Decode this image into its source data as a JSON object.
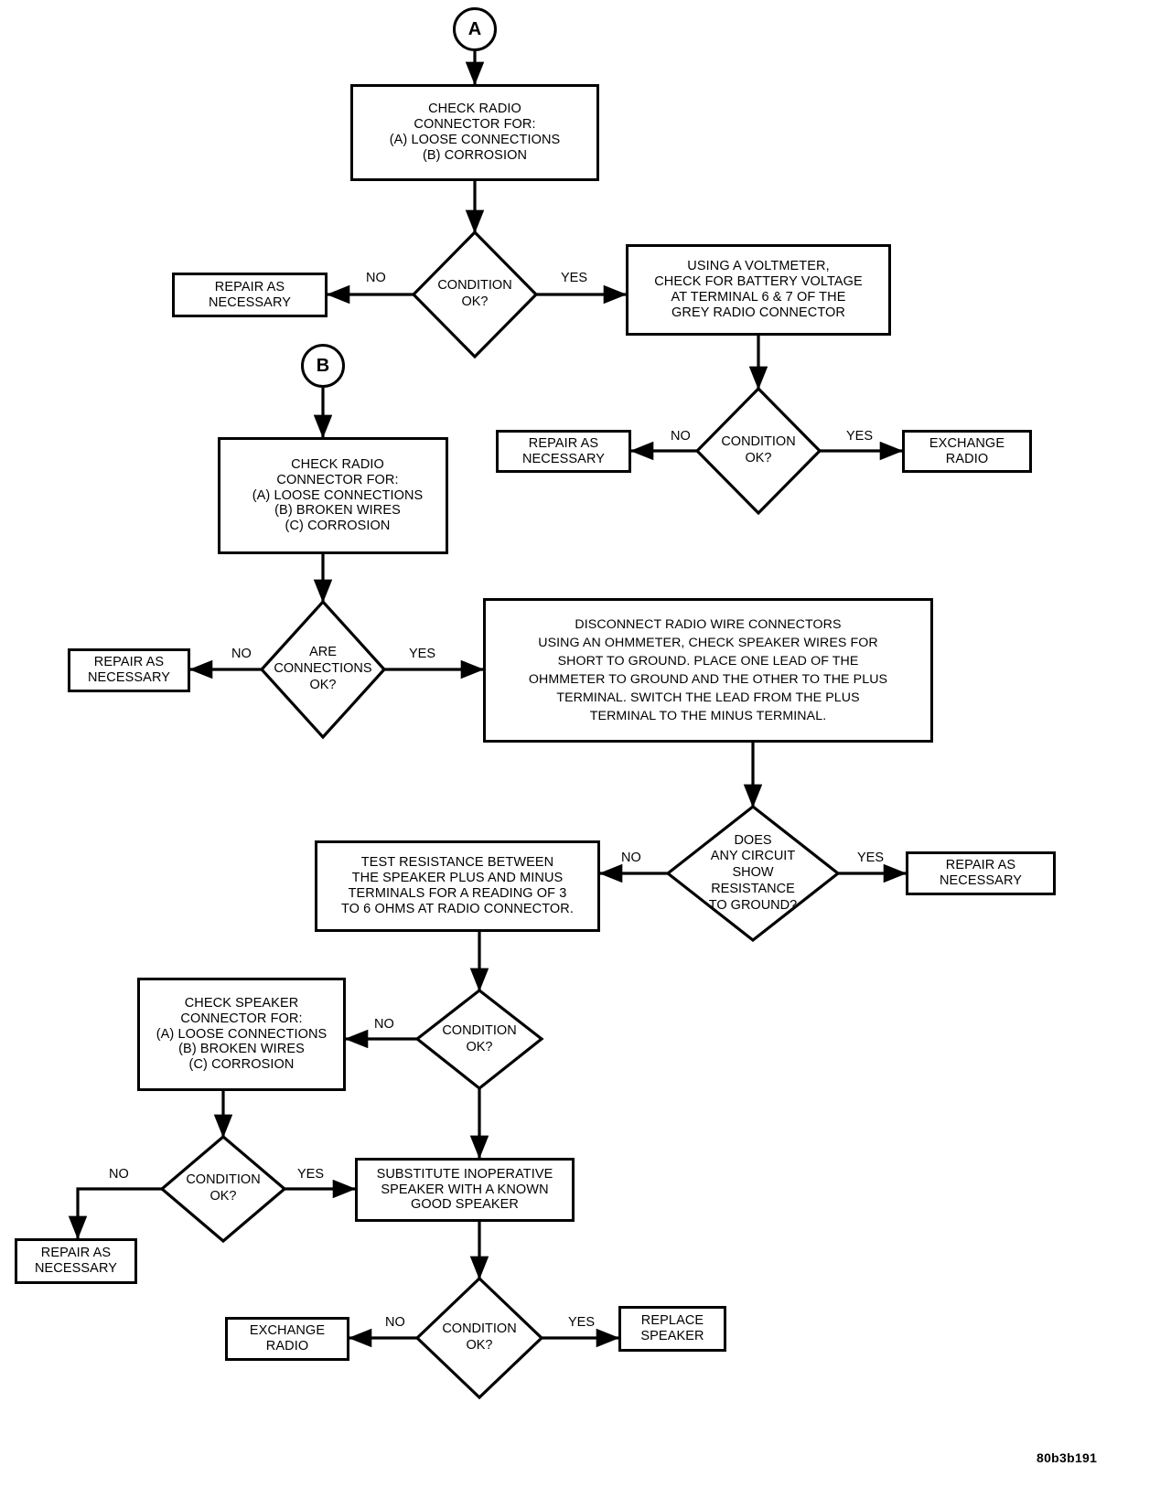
{
  "diagram": {
    "title": "Radio / Speaker Diagnostic Flowchart",
    "footer_code": "80b3b191",
    "line_color": "#000000",
    "background": "#ffffff"
  },
  "connectors": {
    "a": "A",
    "b": "B"
  },
  "nodes": {
    "check_radio_connector_a": "CHECK RADIO\nCONNECTOR FOR:\n(A) LOOSE CONNECTIONS\n(B) CORROSION",
    "condition_ok_1": "CONDITION\nOK?",
    "repair_as_necessary_1": "REPAIR AS\nNECESSARY",
    "using_voltmeter": "USING A VOLTMETER,\nCHECK FOR BATTERY VOLTAGE\nAT TERMINAL 6 & 7 OF THE\nGREY RADIO CONNECTOR",
    "condition_ok_2": "CONDITION\nOK?",
    "repair_as_necessary_2": "REPAIR AS\nNECESSARY",
    "exchange_radio_1": "EXCHANGE\nRADIO",
    "check_radio_connector_b": "CHECK RADIO\nCONNECTOR FOR:\n(A) LOOSE CONNECTIONS\n(B) BROKEN WIRES\n(C) CORROSION",
    "are_connections_ok": "ARE\nCONNECTIONS\nOK?",
    "repair_as_necessary_3": "REPAIR AS\nNECESSARY",
    "disconnect_radio_wire": "DISCONNECT RADIO WIRE CONNECTORS\nUSING AN OHMMETER, CHECK SPEAKER WIRES FOR\nSHORT TO GROUND.   PLACE ONE LEAD OF THE\nOHMMETER TO GROUND AND  THE OTHER TO THE PLUS\nTERMINAL. SWITCH THE LEAD    FROM THE PLUS\nTERMINAL  TO THE MINUS TERMINAL.",
    "does_any_circuit": "DOES\nANY CIRCUIT\nSHOW\nRESISTANCE\nTO GROUND?",
    "repair_as_necessary_4": "REPAIR AS\nNECESSARY",
    "test_resistance": "TEST RESISTANCE BETWEEN\nTHE SPEAKER PLUS AND MINUS\nTERMINALS FOR A READING OF 3\nTO 6 OHMS AT RADIO CONNECTOR.",
    "condition_ok_3": "CONDITION\nOK?",
    "check_speaker_connector": "CHECK SPEAKER\nCONNECTOR FOR:\n(A) LOOSE CONNECTIONS\n(B) BROKEN WIRES\n(C) CORROSION",
    "condition_ok_4": "CONDITION\nOK?",
    "repair_as_necessary_5": "REPAIR AS\nNECESSARY",
    "substitute_speaker": "SUBSTITUTE INOPERATIVE\nSPEAKER WITH A KNOWN\nGOOD SPEAKER",
    "condition_ok_5": "CONDITION\nOK?",
    "exchange_radio_2": "EXCHANGE\nRADIO",
    "replace_speaker": "REPLACE\nSPEAKER"
  },
  "edge_labels": {
    "no_1": "NO",
    "yes_1": "YES",
    "no_2": "NO",
    "yes_2": "YES",
    "no_3": "NO",
    "yes_3": "YES",
    "no_4": "NO",
    "yes_4": "YES",
    "no_5": "NO",
    "no_6": "NO",
    "yes_5": "YES",
    "no_7": "NO",
    "yes_6": "YES"
  },
  "flow": {
    "edges": [
      {
        "from": "a",
        "to": "check_radio_connector_a",
        "label": ""
      },
      {
        "from": "check_radio_connector_a",
        "to": "condition_ok_1",
        "label": ""
      },
      {
        "from": "condition_ok_1",
        "to": "repair_as_necessary_1",
        "label": "NO"
      },
      {
        "from": "condition_ok_1",
        "to": "using_voltmeter",
        "label": "YES"
      },
      {
        "from": "using_voltmeter",
        "to": "condition_ok_2",
        "label": ""
      },
      {
        "from": "condition_ok_2",
        "to": "repair_as_necessary_2",
        "label": "NO"
      },
      {
        "from": "condition_ok_2",
        "to": "exchange_radio_1",
        "label": "YES"
      },
      {
        "from": "b",
        "to": "check_radio_connector_b",
        "label": ""
      },
      {
        "from": "check_radio_connector_b",
        "to": "are_connections_ok",
        "label": ""
      },
      {
        "from": "are_connections_ok",
        "to": "repair_as_necessary_3",
        "label": "NO"
      },
      {
        "from": "are_connections_ok",
        "to": "disconnect_radio_wire",
        "label": "YES"
      },
      {
        "from": "disconnect_radio_wire",
        "to": "does_any_circuit",
        "label": ""
      },
      {
        "from": "does_any_circuit",
        "to": "repair_as_necessary_4",
        "label": "YES"
      },
      {
        "from": "does_any_circuit",
        "to": "test_resistance",
        "label": "NO"
      },
      {
        "from": "test_resistance",
        "to": "condition_ok_3",
        "label": ""
      },
      {
        "from": "condition_ok_3",
        "to": "check_speaker_connector",
        "label": "NO"
      },
      {
        "from": "condition_ok_3",
        "to": "substitute_speaker",
        "label": ""
      },
      {
        "from": "check_speaker_connector",
        "to": "condition_ok_4",
        "label": ""
      },
      {
        "from": "condition_ok_4",
        "to": "repair_as_necessary_5",
        "label": "NO"
      },
      {
        "from": "condition_ok_4",
        "to": "substitute_speaker",
        "label": "YES"
      },
      {
        "from": "substitute_speaker",
        "to": "condition_ok_5",
        "label": ""
      },
      {
        "from": "condition_ok_5",
        "to": "exchange_radio_2",
        "label": "NO"
      },
      {
        "from": "condition_ok_5",
        "to": "replace_speaker",
        "label": "YES"
      }
    ]
  }
}
